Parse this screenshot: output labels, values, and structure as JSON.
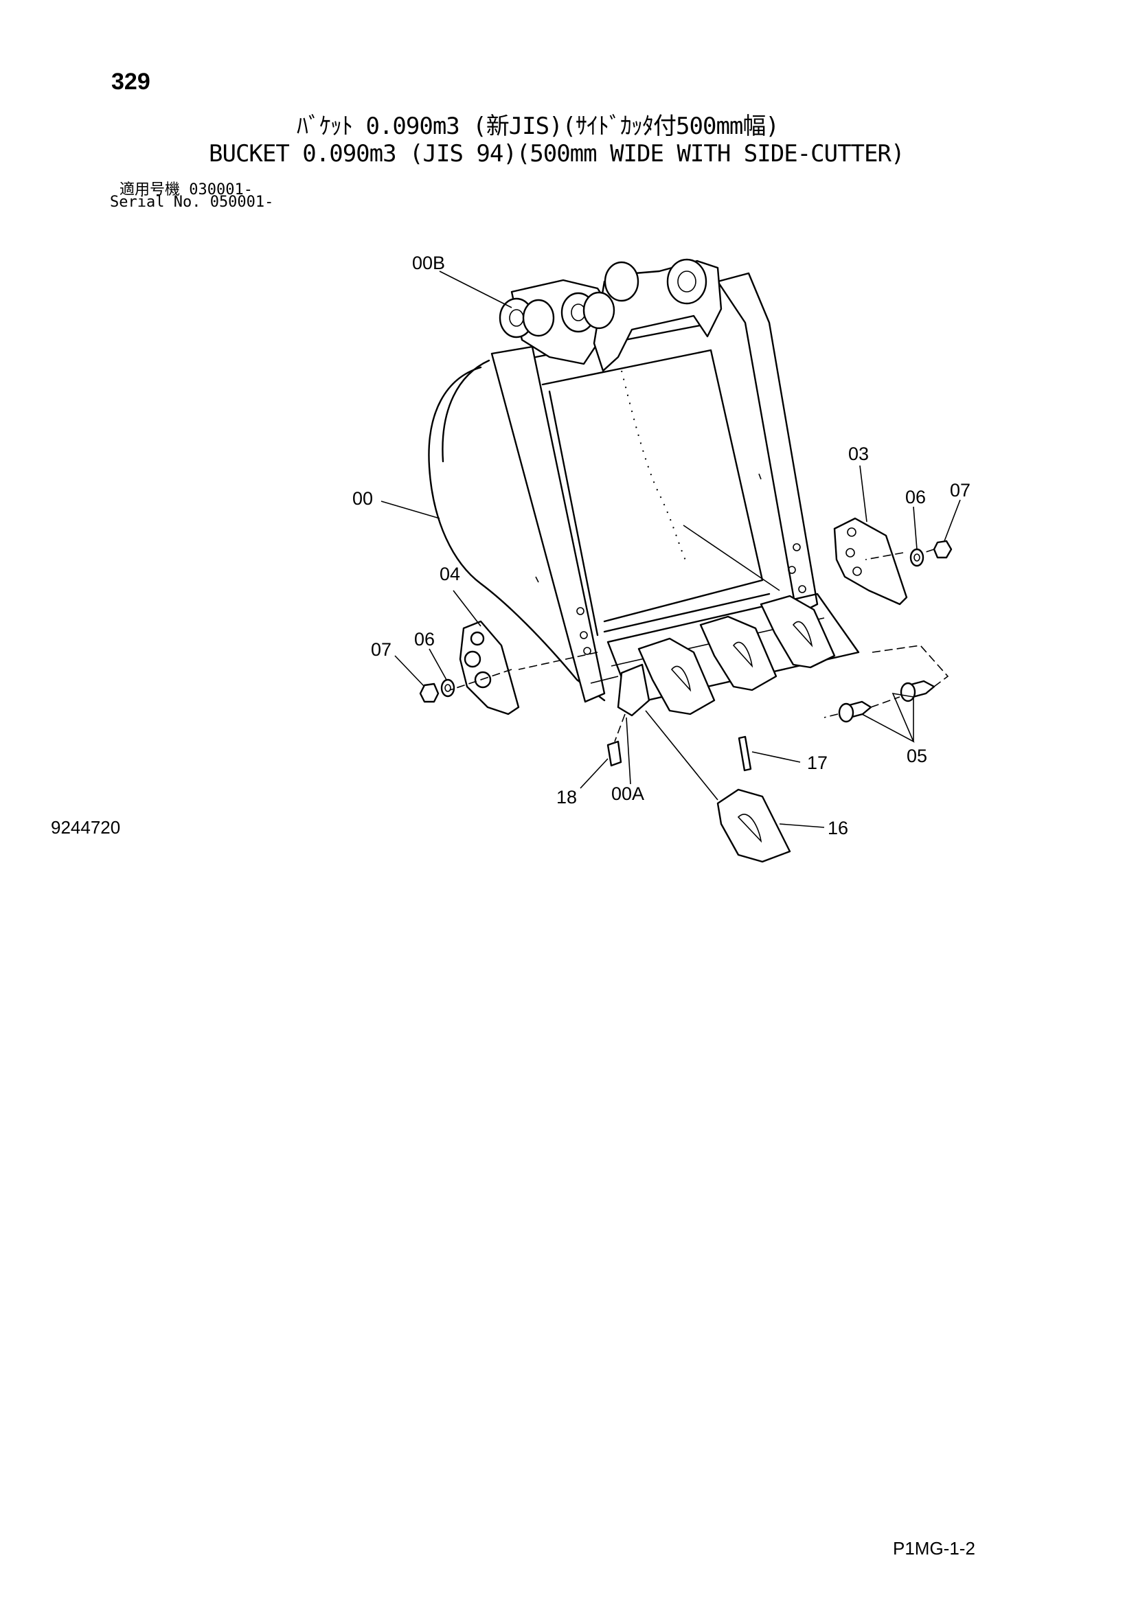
{
  "header": {
    "page_number": "329",
    "title_jp": "ﾊﾞｹｯﾄ 0.090m3 (新JIS)(ｻｲﾄﾞｶｯﾀ付500mm幅)",
    "title_en": "BUCKET 0.090m3 (JIS 94)(500mm WIDE WITH SIDE-CUTTER)",
    "serial_jp": "適用号機  030001-",
    "serial_en": "Serial No. 050001-"
  },
  "diagram": {
    "callouts": {
      "c00B": "00B",
      "c00": "00",
      "c03": "03",
      "c06r": "06",
      "c07r": "07",
      "c04": "04",
      "c07l": "07",
      "c06l": "06",
      "c17": "17",
      "c05": "05",
      "c18": "18",
      "c00A": "00A",
      "c16": "16"
    },
    "drawing_number": "9244720"
  },
  "footer": {
    "code": "P1MG-1-2"
  }
}
